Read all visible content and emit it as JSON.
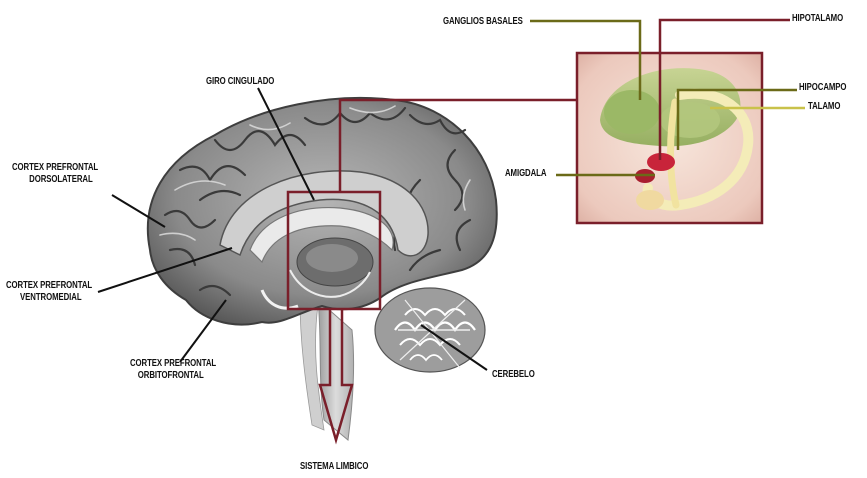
{
  "labels": {
    "giro_cingulado": "GIRO CINGULADO",
    "cortex_dorsolateral": [
      "CORTEX PREFRONTAL",
      "DORSOLATERAL"
    ],
    "cortex_ventromedial": [
      "CORTEX PREFRONTAL",
      "VENTROMEDIAL"
    ],
    "cortex_orbitofrontal": [
      "CORTEX PREFRONTAL",
      "ORBITOFRONTAL"
    ],
    "cerebelo": "CEREBELO",
    "sistema_limbico": "SISTEMA LIMBICO",
    "ganglios_basales": "GANGLIOS BASALES",
    "hipotalamo": "HIPOTALAMO",
    "hipocampo": "HIPOCAMPO",
    "talamo": "TALAMO",
    "amigdala": "AMIGDALA"
  },
  "colors": {
    "frame": "#7a1f2a",
    "olive_leader": "#6b6a18",
    "yellow_leader": "#c9c24a",
    "black_leader": "#111111",
    "brain_gray": "#8d8d8d",
    "inset_bg": "#f1d9cf",
    "basal_ganglia_green": "#a7c070",
    "hippocampus_cream": "#f4e9b0",
    "hypothalamus_red": "#c8243a"
  }
}
